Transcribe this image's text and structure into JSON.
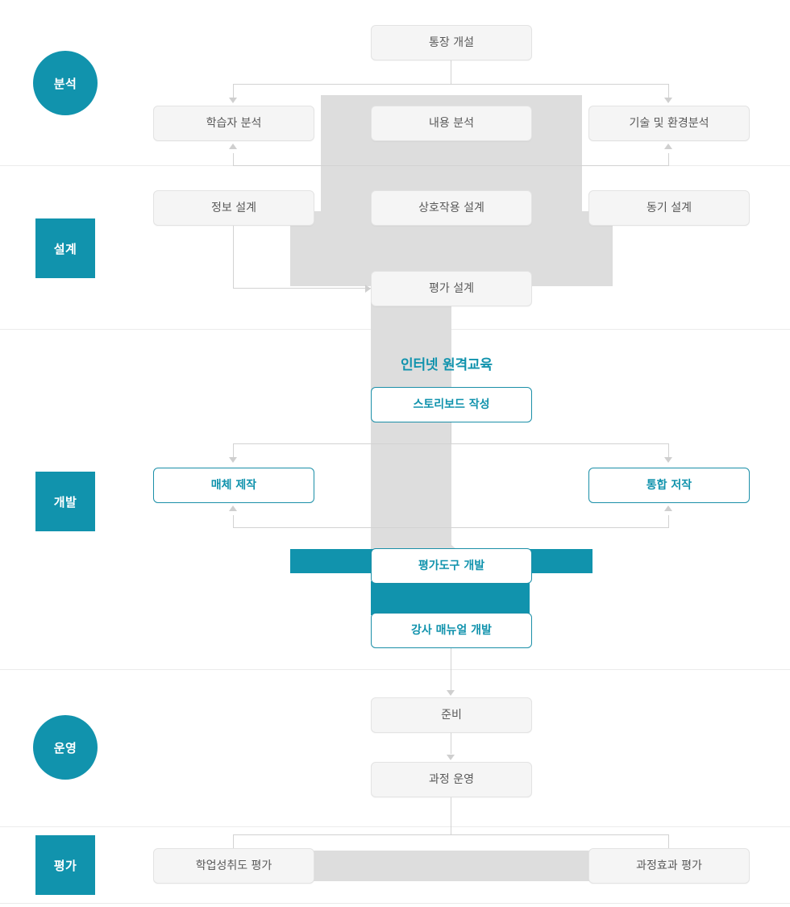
{
  "diagram": {
    "title_highlight": "인터넷 원격교육",
    "accent_color": "#1193ad",
    "node_gray_bg": "#f5f5f5",
    "node_gray_border": "#e3e3e3",
    "funnel_color": "#dddddd",
    "separator_color": "#ebebeb",
    "connector_color": "#d2d2d2"
  },
  "stages": [
    {
      "label": "분석",
      "shape": "circle"
    },
    {
      "label": "설계",
      "shape": "square"
    },
    {
      "label": "개발",
      "shape": "square"
    },
    {
      "label": "운영",
      "shape": "circle"
    },
    {
      "label": "평가",
      "shape": "square"
    }
  ],
  "nodes": {
    "top": {
      "label": "통장 개설",
      "style": "gray"
    },
    "analysis": [
      {
        "label": "학습자 분석",
        "style": "gray"
      },
      {
        "label": "내용 분석",
        "style": "gray"
      },
      {
        "label": "기술 및 환경분석",
        "style": "gray"
      }
    ],
    "design": [
      {
        "label": "정보 설계",
        "style": "gray"
      },
      {
        "label": "상호작용 설계",
        "style": "gray"
      },
      {
        "label": "동기 설계",
        "style": "gray"
      },
      {
        "label": "평가 설계",
        "style": "gray"
      }
    ],
    "development": [
      {
        "label": "스토리보드 작성",
        "style": "teal"
      },
      {
        "label": "매체 제작",
        "style": "teal"
      },
      {
        "label": "통합 저작",
        "style": "teal"
      },
      {
        "label": "평가도구 개발",
        "style": "teal"
      },
      {
        "label": "강사 매뉴얼 개발",
        "style": "teal"
      }
    ],
    "operation": [
      {
        "label": "준비",
        "style": "gray"
      },
      {
        "label": "과정 운영",
        "style": "gray"
      }
    ],
    "evaluation": [
      {
        "label": "학업성취도 평가",
        "style": "gray"
      },
      {
        "label": "과정효과 평가",
        "style": "gray"
      }
    ]
  }
}
